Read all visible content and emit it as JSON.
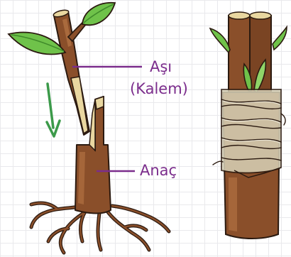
{
  "labels": {
    "scion": "Aşı",
    "scion_sub": "(Kalem)",
    "rootstock": "Anaç"
  },
  "colors": {
    "bark": "#8a4f2a",
    "bark_dark": "#5e3318",
    "bark_light": "#b07142",
    "wood_cut": "#e9d7a0",
    "leaf": "#6fc24a",
    "leaf_dark": "#3f8a2a",
    "leader_line": "#7b2d8c",
    "arrow": "#3c9a4a",
    "wrap_tape": "#d8d2b8",
    "wrap_string": "#c4c7b0",
    "outline": "#2b1a10"
  }
}
